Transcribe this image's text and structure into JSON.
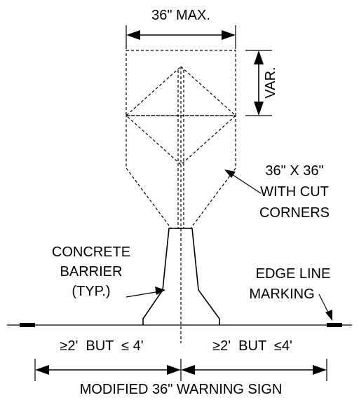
{
  "labels": {
    "max_width": "36\" MAX.",
    "var": "VAR.",
    "sign_size_line1": "36\" X 36\"",
    "sign_size_line2": "WITH CUT",
    "sign_size_line3": "CORNERS",
    "barrier_line1": "CONCRETE",
    "barrier_line2": "BARRIER",
    "barrier_line3": "(TYP.)",
    "edge_line1": "EDGE LINE",
    "edge_line2": "MARKING",
    "offset_left": "≥2'  BUT  ≤ 4'",
    "offset_right": "≥2'  BUT  ≤4'",
    "caption": "MODIFIED 36\" WARNING SIGN"
  }
}
